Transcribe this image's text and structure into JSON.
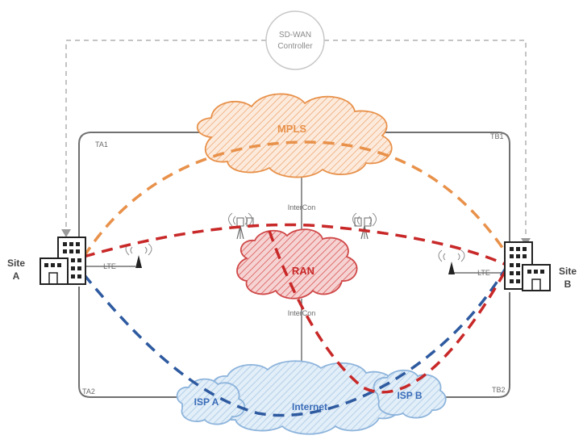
{
  "controller": {
    "line1": "SD-WAN",
    "line2": "Controller"
  },
  "clouds": {
    "mpls": "MPLS",
    "ran": "RAN",
    "internet": "Internet",
    "isp_a": "ISP A",
    "isp_b": "ISP B"
  },
  "links": {
    "intercon_top": "InterCon",
    "intercon_bottom": "InterCon",
    "lte_a": "LTE",
    "lte_b": "LTE"
  },
  "sites": {
    "a": {
      "line1": "Site",
      "line2": "A"
    },
    "b": {
      "line1": "Site",
      "line2": "B"
    }
  },
  "connections": {
    "ta1": "TA1",
    "ta2": "TA2",
    "tb1": "TB1",
    "tb2": "TB2"
  },
  "colors": {
    "mpls": "#E8914A",
    "ran": "#C82828",
    "internet": "#2E5AA0",
    "internet_label": "#3A6CB8",
    "grey_line": "#707070",
    "dashed_grey": "#B0B0B0"
  }
}
